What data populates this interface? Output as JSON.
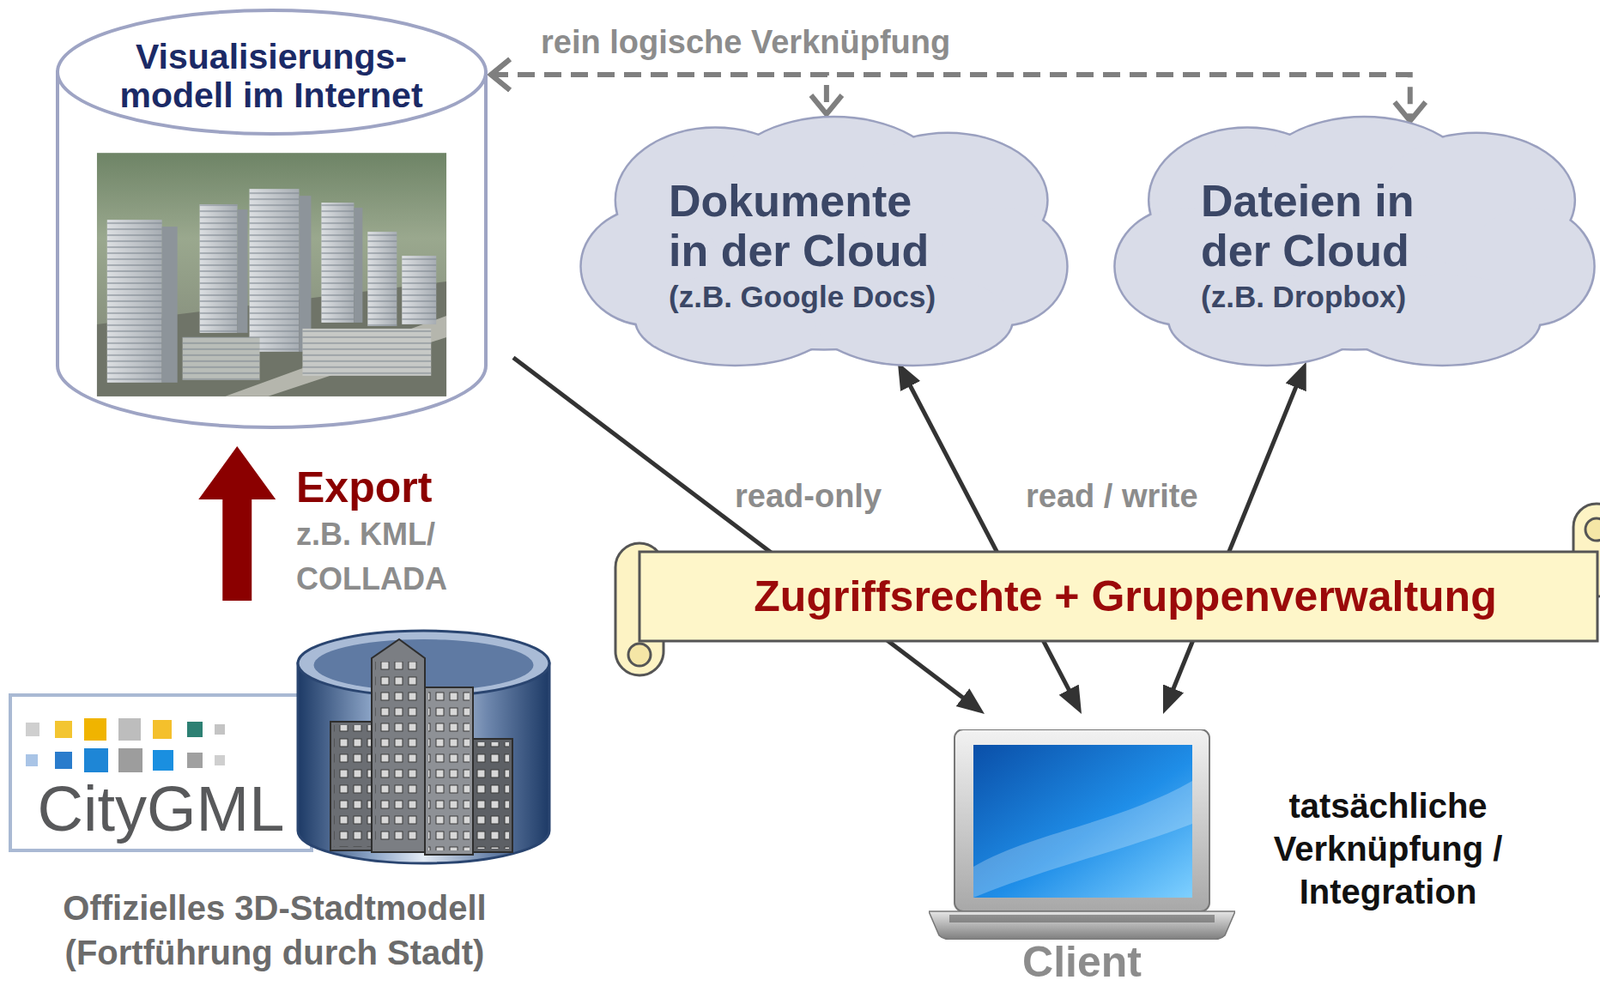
{
  "diagram": {
    "nodes": [
      {
        "text": [
          "Visualisierungs- modell im Internet"
        ]
      },
      {
        "text": [
          "Dokumente in der Cloud",
          "(z.B. Google Docs)"
        ]
      },
      {
        "text": [
          "Dateien in der Cloud",
          "(z.B. Dropbox)"
        ]
      },
      {
        "text": [
          "Zugriffsrechte + Gruppenverwaltung"
        ]
      },
      {
        "text": [
          "CityGML"
        ]
      },
      {
        "text": [
          "Offizielles 3D-Stadtmodell (Fortführung durch Stadt)"
        ]
      },
      {
        "text": [
          "Client"
        ]
      }
    ],
    "edges": [
      {
        "from": 0,
        "to": 1,
        "arrow": "both",
        "label": "rein logische Verknüpfung"
      },
      {
        "from": 0,
        "to": 2,
        "arrow": "both"
      },
      {
        "from": 4,
        "to": 0,
        "arrow": "to",
        "label": "Export"
      },
      {
        "from": 0,
        "to": 6,
        "arrow": "to"
      },
      {
        "from": 6,
        "to": 1,
        "arrow": "both"
      },
      {
        "from": 6,
        "to": 2,
        "arrow": "both"
      }
    ],
    "labels": [
      "z.B. KML/ COLLADA",
      "read-only",
      "read / write",
      "tatsächliche Verknüpfung / Integration"
    ]
  }
}
